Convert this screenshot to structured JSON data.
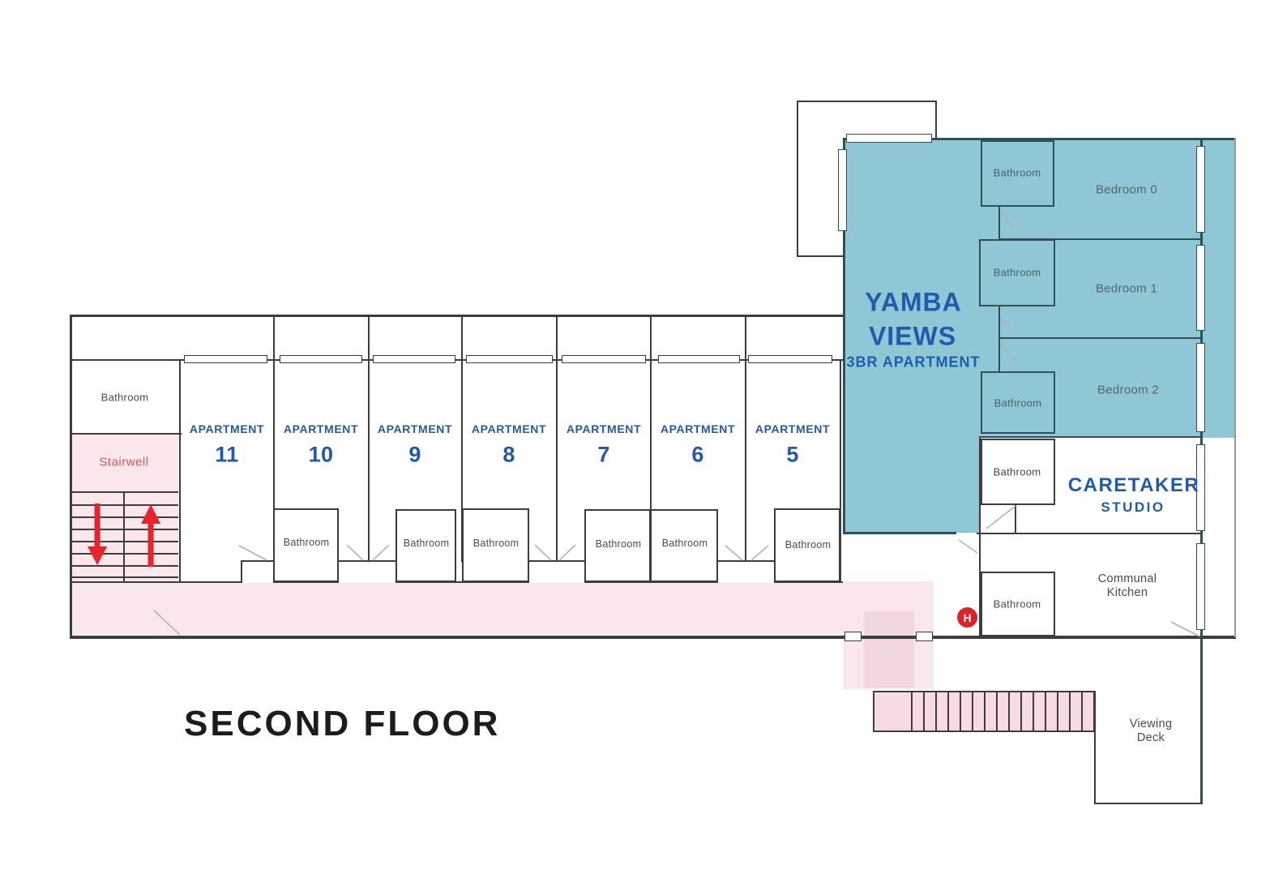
{
  "floor_title": "SECOND FLOOR",
  "labels": {
    "bathroom": "Bathroom",
    "stairwell": "Stairwell"
  },
  "apartments": [
    {
      "label": "APARTMENT",
      "number": "11"
    },
    {
      "label": "APARTMENT",
      "number": "10"
    },
    {
      "label": "APARTMENT",
      "number": "9"
    },
    {
      "label": "APARTMENT",
      "number": "8"
    },
    {
      "label": "APARTMENT",
      "number": "7"
    },
    {
      "label": "APARTMENT",
      "number": "6"
    },
    {
      "label": "APARTMENT",
      "number": "5"
    }
  ],
  "yamba_views": {
    "title_line1": "YAMBA",
    "title_line2": "VIEWS",
    "subtitle": "3BR APARTMENT",
    "bedrooms": [
      "Bedroom 0",
      "Bedroom 1",
      "Bedroom 2"
    ]
  },
  "caretaker_studio": {
    "title": "CARETAKER",
    "subtitle": "STUDIO"
  },
  "communal_kitchen": {
    "line1": "Communal",
    "line2": "Kitchen"
  },
  "viewing_deck": {
    "line1": "Viewing",
    "line2": "Deck"
  },
  "helipad_marker": "H",
  "colors": {
    "teal_fill": "#8fc8d4",
    "teal_wall": "#2f4f59",
    "wall": "#3d3d3d",
    "pink": "#f9e7ea",
    "pink_dark": "#f3d7de",
    "accent_blue": "#1f5caf",
    "apartment_blue": "#2458a8",
    "red_arrow": "#e8232e",
    "marker_red": "#e11f26",
    "stairwell_text": "#e0545e"
  }
}
